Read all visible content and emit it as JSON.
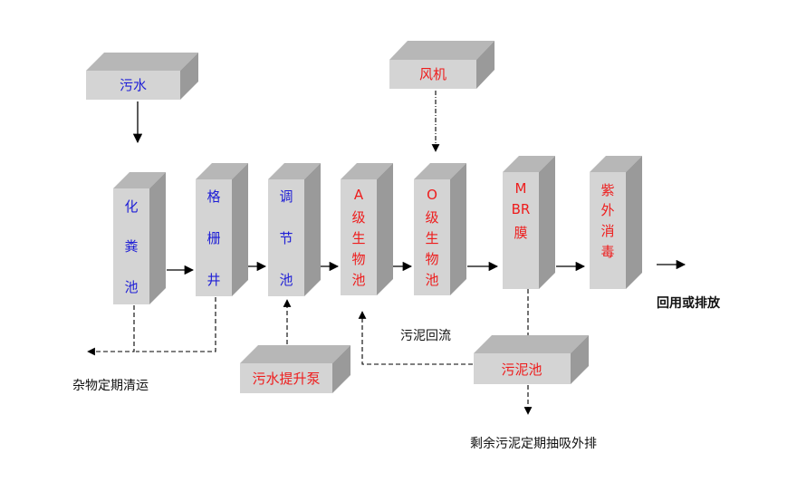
{
  "colors": {
    "blue_label": "#1f1fd6",
    "red_label": "#ee1c1c",
    "text": "#111111"
  },
  "nodes": {
    "sewage": "污水",
    "blower": "风机",
    "septic_tank": [
      "化",
      "粪",
      "池"
    ],
    "grille_well": [
      "格",
      "栅",
      "井"
    ],
    "regulating_tank": [
      "调",
      "节",
      "池"
    ],
    "a_stage_tank": [
      "A",
      "级",
      "生",
      "物",
      "池"
    ],
    "o_stage_tank": [
      "O",
      "级",
      "生",
      "物",
      "池"
    ],
    "mbr": [
      "M",
      "BR",
      "膜"
    ],
    "uv_disinfection": [
      "紫",
      "外",
      "消",
      "毒"
    ],
    "lift_pump": "污水提升泵",
    "sludge_tank": "污泥池"
  },
  "labels": {
    "reuse": "回用或排放",
    "sludge_return": "污泥回流",
    "debris": "杂物定期清运",
    "excess_sludge": "剩余污泥定期抽吸外排"
  }
}
